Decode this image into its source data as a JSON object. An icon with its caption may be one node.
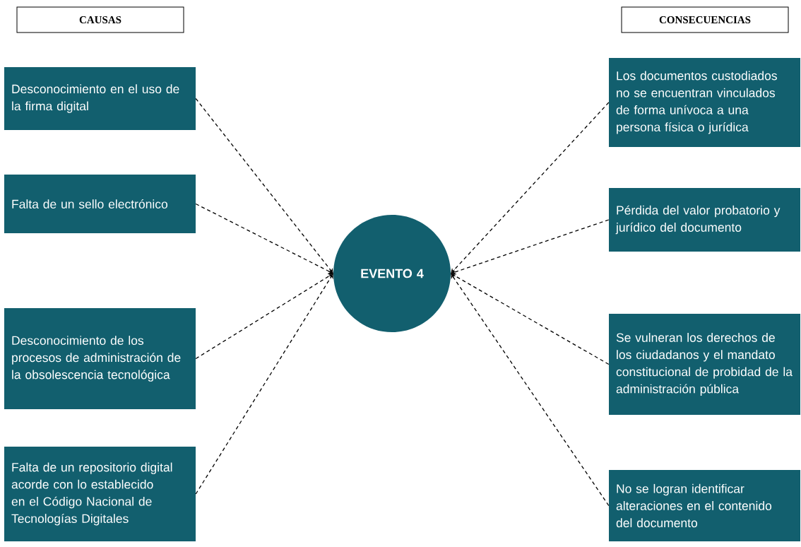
{
  "diagram": {
    "nodes": [
      {
        "text": [
          "CAUSAS"
        ]
      },
      {
        "text": [
          "CONSECUENCIAS"
        ]
      },
      {
        "text": [
          "Desconocimiento en el uso de la firma digital"
        ]
      },
      {
        "text": [
          "Falta de un sello electrónico"
        ]
      },
      {
        "text": [
          "Desconocimiento de los procesos de administración de la obsolescencia tecnológica"
        ]
      },
      {
        "text": [
          "Falta de un repositorio digital acorde con lo establecido en el Código Nacional de Tecnologías Digitales"
        ]
      },
      {
        "text": [
          "EVENTO 4"
        ]
      },
      {
        "text": [
          "Los documentos custodiados no se encuentran vinculados de forma unívoca a una persona física o jurídica"
        ]
      },
      {
        "text": [
          "Pérdida del valor probatorio y jurídico del documento"
        ]
      },
      {
        "text": [
          "Se vulneran los derechos de los ciudadanos y el mandato constitucional de probidad de la administración pública"
        ]
      },
      {
        "text": [
          "No se logran identificar alteraciones en el contenido del documento"
        ]
      }
    ],
    "edges": [
      {
        "from": 2,
        "to": 6,
        "arrow": "to",
        "style": "dashed"
      },
      {
        "from": 3,
        "to": 6,
        "arrow": "to",
        "style": "dashed"
      },
      {
        "from": 4,
        "to": 6,
        "arrow": "to",
        "style": "dashed"
      },
      {
        "from": 5,
        "to": 6,
        "arrow": "to",
        "style": "dashed"
      },
      {
        "from": 7,
        "to": 6,
        "arrow": "to",
        "style": "dashed"
      },
      {
        "from": 8,
        "to": 6,
        "arrow": "to",
        "style": "dashed"
      },
      {
        "from": 9,
        "to": 6,
        "arrow": "to",
        "style": "dashed"
      },
      {
        "from": 10,
        "to": 6,
        "arrow": "to",
        "style": "dashed"
      }
    ]
  }
}
